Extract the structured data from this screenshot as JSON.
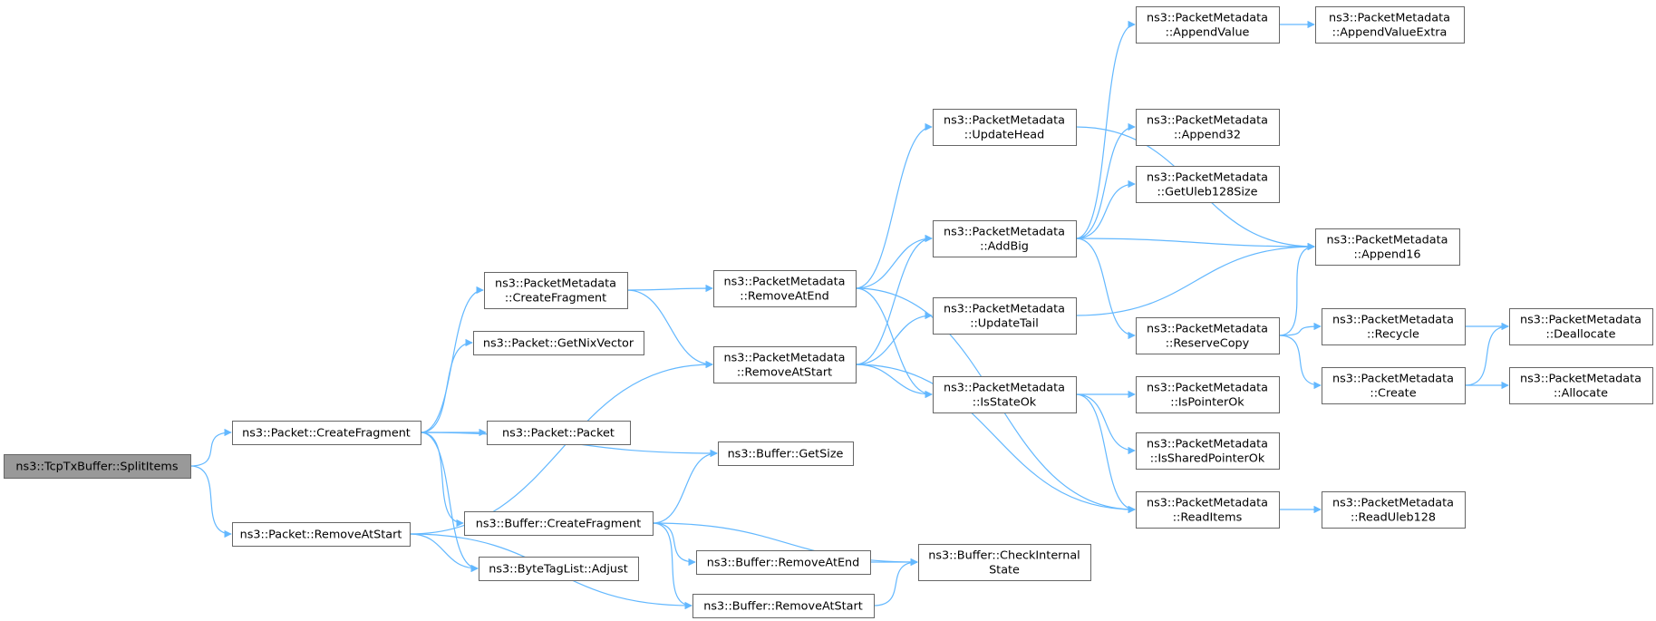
{
  "colors": {
    "edge": "#63b8ff",
    "node_border": "#666666",
    "root_fill": "#999999",
    "node_fill": "#ffffff"
  },
  "nodes": [
    {
      "id": "tcptx_splititems",
      "lines": [
        "ns3::TcpTxBuffer::SplitItems"
      ],
      "root": true
    },
    {
      "id": "packet_createfragment",
      "lines": [
        "ns3::Packet::CreateFragment"
      ]
    },
    {
      "id": "packet_removeatstart",
      "lines": [
        "ns3::Packet::RemoveAtStart"
      ]
    },
    {
      "id": "pm_createfragment",
      "lines": [
        "ns3::PacketMetadata",
        "::CreateFragment"
      ]
    },
    {
      "id": "packet_getnixvector",
      "lines": [
        "ns3::Packet::GetNixVector"
      ]
    },
    {
      "id": "packet_packet",
      "lines": [
        "ns3::Packet::Packet"
      ]
    },
    {
      "id": "buffer_createfragment",
      "lines": [
        "ns3::Buffer::CreateFragment"
      ]
    },
    {
      "id": "bytetaglist_adjust",
      "lines": [
        "ns3::ByteTagList::Adjust"
      ]
    },
    {
      "id": "pm_removeatend",
      "lines": [
        "ns3::PacketMetadata",
        "::RemoveAtEnd"
      ]
    },
    {
      "id": "pm_removeatstart",
      "lines": [
        "ns3::PacketMetadata",
        "::RemoveAtStart"
      ]
    },
    {
      "id": "buffer_getsize",
      "lines": [
        "ns3::Buffer::GetSize"
      ]
    },
    {
      "id": "buffer_removeatend",
      "lines": [
        "ns3::Buffer::RemoveAtEnd"
      ]
    },
    {
      "id": "buffer_removeatstart",
      "lines": [
        "ns3::Buffer::RemoveAtStart"
      ]
    },
    {
      "id": "pm_updatehead",
      "lines": [
        "ns3::PacketMetadata",
        "::UpdateHead"
      ]
    },
    {
      "id": "pm_addbig",
      "lines": [
        "ns3::PacketMetadata",
        "::AddBig"
      ]
    },
    {
      "id": "pm_updatetail",
      "lines": [
        "ns3::PacketMetadata",
        "::UpdateTail"
      ]
    },
    {
      "id": "pm_isstateok",
      "lines": [
        "ns3::PacketMetadata",
        "::IsStateOk"
      ]
    },
    {
      "id": "buffer_checkinternalstate",
      "lines": [
        "ns3::Buffer::CheckInternal",
        "State"
      ]
    },
    {
      "id": "pm_appendvalue",
      "lines": [
        "ns3::PacketMetadata",
        "::AppendValue"
      ]
    },
    {
      "id": "pm_append32",
      "lines": [
        "ns3::PacketMetadata",
        "::Append32"
      ]
    },
    {
      "id": "pm_getuleb128size",
      "lines": [
        "ns3::PacketMetadata",
        "::GetUleb128Size"
      ]
    },
    {
      "id": "pm_append16",
      "lines": [
        "ns3::PacketMetadata",
        "::Append16"
      ]
    },
    {
      "id": "pm_reservecopy",
      "lines": [
        "ns3::PacketMetadata",
        "::ReserveCopy"
      ]
    },
    {
      "id": "pm_ispointerok",
      "lines": [
        "ns3::PacketMetadata",
        "::IsPointerOk"
      ]
    },
    {
      "id": "pm_issharedpointerok",
      "lines": [
        "ns3::PacketMetadata",
        "::IsSharedPointerOk"
      ]
    },
    {
      "id": "pm_readitems",
      "lines": [
        "ns3::PacketMetadata",
        "::ReadItems"
      ]
    },
    {
      "id": "pm_appendvalueextra",
      "lines": [
        "ns3::PacketMetadata",
        "::AppendValueExtra"
      ]
    },
    {
      "id": "pm_recycle",
      "lines": [
        "ns3::PacketMetadata",
        "::Recycle"
      ]
    },
    {
      "id": "pm_create",
      "lines": [
        "ns3::PacketMetadata",
        "::Create"
      ]
    },
    {
      "id": "pm_readuleb128",
      "lines": [
        "ns3::PacketMetadata",
        "::ReadUleb128"
      ]
    },
    {
      "id": "pm_deallocate",
      "lines": [
        "ns3::PacketMetadata",
        "::Deallocate"
      ]
    },
    {
      "id": "pm_allocate",
      "lines": [
        "ns3::PacketMetadata",
        "::Allocate"
      ]
    }
  ],
  "edges": [
    [
      "tcptx_splititems",
      "packet_createfragment"
    ],
    [
      "tcptx_splititems",
      "packet_removeatstart"
    ],
    [
      "packet_createfragment",
      "pm_createfragment"
    ],
    [
      "packet_createfragment",
      "packet_getnixvector"
    ],
    [
      "packet_createfragment",
      "packet_packet"
    ],
    [
      "packet_createfragment",
      "buffer_getsize"
    ],
    [
      "packet_createfragment",
      "buffer_createfragment"
    ],
    [
      "packet_createfragment",
      "bytetaglist_adjust"
    ],
    [
      "packet_removeatstart",
      "pm_removeatstart"
    ],
    [
      "packet_removeatstart",
      "bytetaglist_adjust"
    ],
    [
      "packet_removeatstart",
      "buffer_removeatstart"
    ],
    [
      "pm_createfragment",
      "pm_removeatend"
    ],
    [
      "pm_createfragment",
      "pm_removeatstart"
    ],
    [
      "buffer_createfragment",
      "buffer_getsize"
    ],
    [
      "buffer_createfragment",
      "buffer_checkinternalstate"
    ],
    [
      "buffer_createfragment",
      "buffer_removeatend"
    ],
    [
      "buffer_createfragment",
      "buffer_removeatstart"
    ],
    [
      "buffer_removeatend",
      "buffer_checkinternalstate"
    ],
    [
      "buffer_removeatstart",
      "buffer_checkinternalstate"
    ],
    [
      "pm_removeatend",
      "pm_updatehead"
    ],
    [
      "pm_removeatend",
      "pm_addbig"
    ],
    [
      "pm_removeatend",
      "pm_isstateok"
    ],
    [
      "pm_removeatend",
      "pm_readitems"
    ],
    [
      "pm_removeatstart",
      "pm_addbig"
    ],
    [
      "pm_removeatstart",
      "pm_updatetail"
    ],
    [
      "pm_removeatstart",
      "pm_isstateok"
    ],
    [
      "pm_removeatstart",
      "pm_readitems"
    ],
    [
      "pm_updatehead",
      "pm_append16"
    ],
    [
      "pm_addbig",
      "pm_appendvalue"
    ],
    [
      "pm_addbig",
      "pm_append32"
    ],
    [
      "pm_addbig",
      "pm_getuleb128size"
    ],
    [
      "pm_addbig",
      "pm_append16"
    ],
    [
      "pm_addbig",
      "pm_reservecopy"
    ],
    [
      "pm_updatetail",
      "pm_append16"
    ],
    [
      "pm_isstateok",
      "pm_ispointerok"
    ],
    [
      "pm_isstateok",
      "pm_issharedpointerok"
    ],
    [
      "pm_isstateok",
      "pm_readitems"
    ],
    [
      "pm_appendvalue",
      "pm_appendvalueextra"
    ],
    [
      "pm_reservecopy",
      "pm_append16"
    ],
    [
      "pm_reservecopy",
      "pm_recycle"
    ],
    [
      "pm_reservecopy",
      "pm_create"
    ],
    [
      "pm_readitems",
      "pm_readuleb128"
    ],
    [
      "pm_recycle",
      "pm_deallocate"
    ],
    [
      "pm_create",
      "pm_deallocate"
    ],
    [
      "pm_create",
      "pm_allocate"
    ]
  ]
}
